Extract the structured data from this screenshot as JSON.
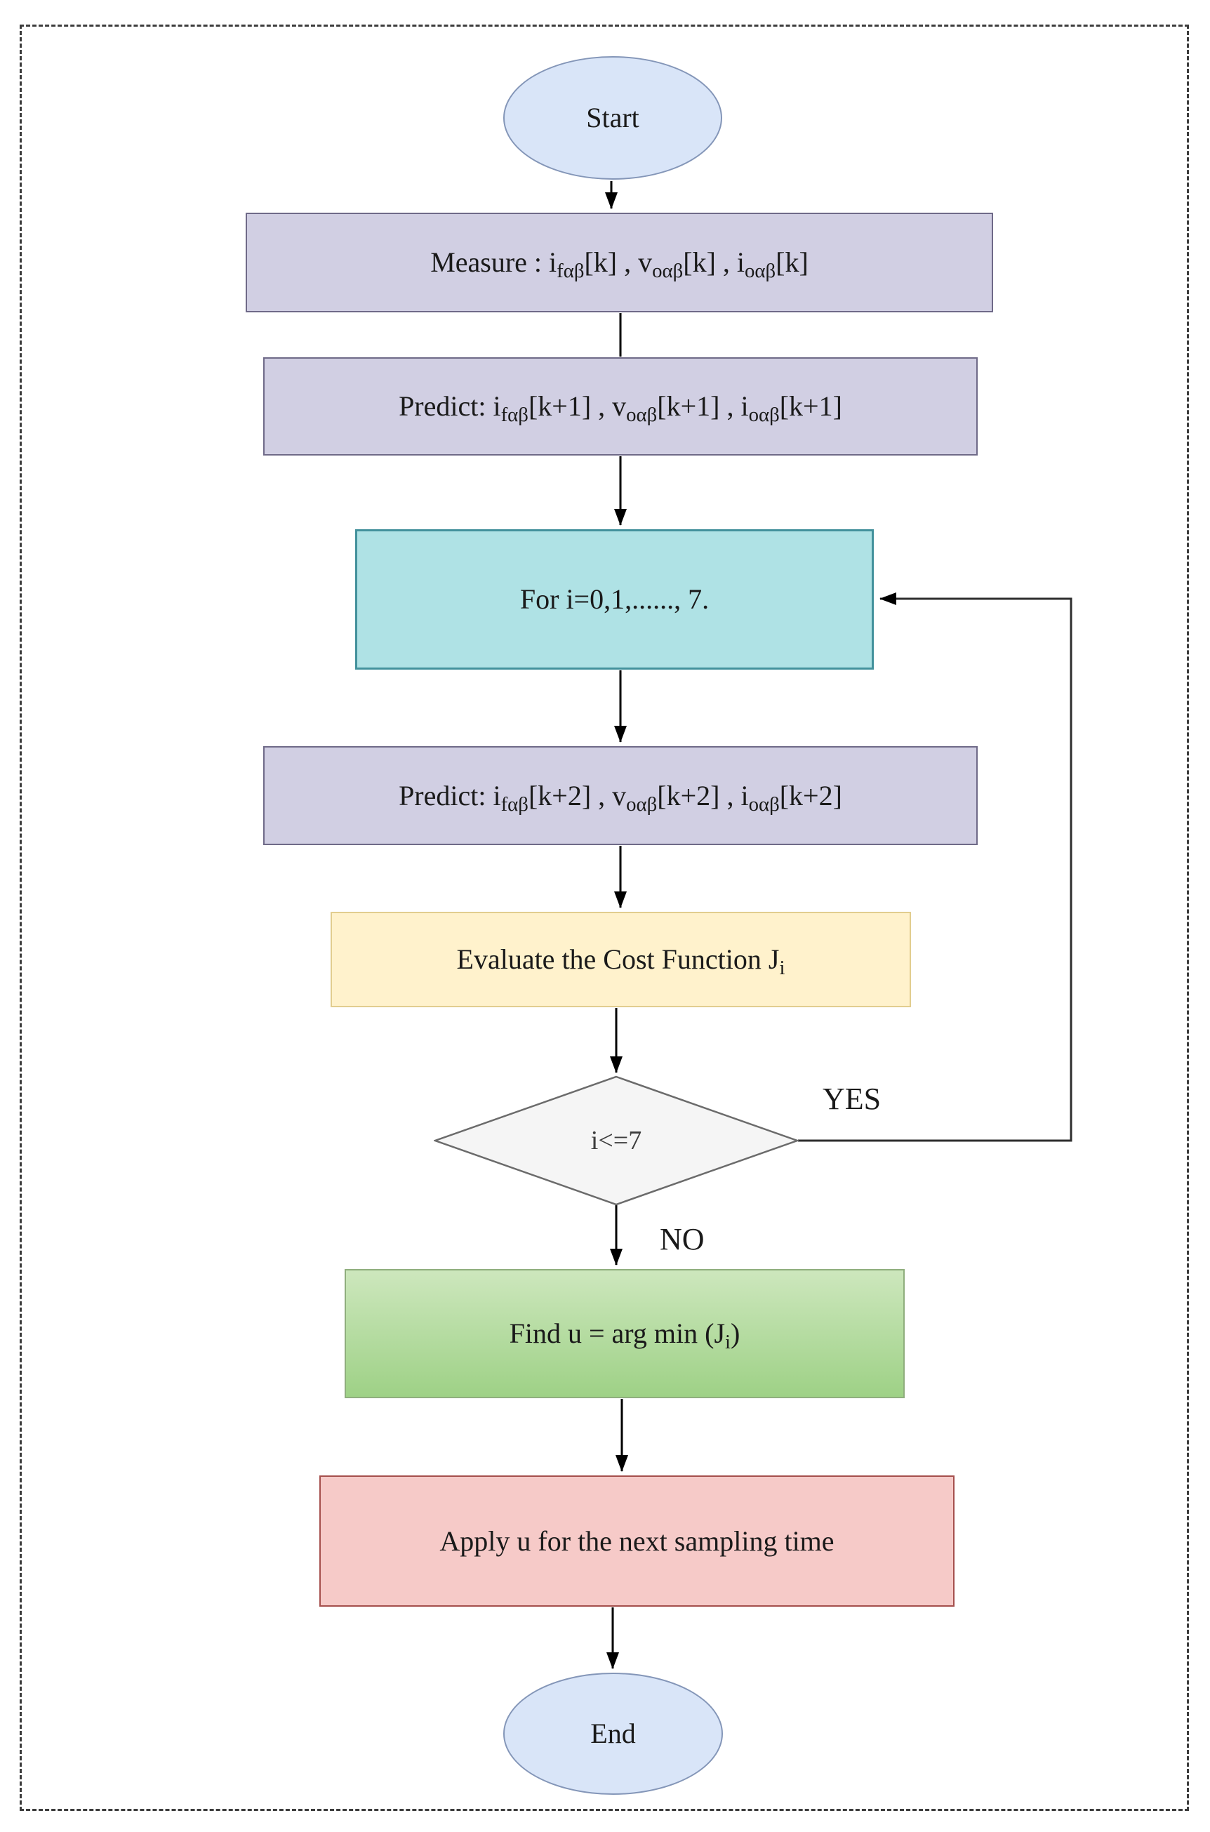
{
  "diagram": {
    "kind": "flowchart",
    "line_color": "#000000",
    "frame_border_color": "#3c3c3c"
  },
  "nodes": {
    "start": {
      "label": "Start",
      "shape": "ellipse",
      "fill": "#d9e5f8",
      "border": "#8496b8"
    },
    "measure": {
      "shape": "process",
      "fill": "#d1cfe3",
      "border": "#6f6a88",
      "rich": [
        {
          "t": "Measure : i"
        },
        {
          "t": "fαβ",
          "sub": true
        },
        {
          "t": "[k] , v"
        },
        {
          "t": "oαβ",
          "sub": true
        },
        {
          "t": "[k] , i"
        },
        {
          "t": "oαβ",
          "sub": true
        },
        {
          "t": "[k]"
        }
      ]
    },
    "predict_k1": {
      "shape": "process",
      "fill": "#d1cfe3",
      "border": "#6f6a88",
      "rich": [
        {
          "t": "Predict: i"
        },
        {
          "t": "fαβ",
          "sub": true
        },
        {
          "t": "[k+1] , v"
        },
        {
          "t": "oαβ",
          "sub": true
        },
        {
          "t": "[k+1] , i"
        },
        {
          "t": "oαβ",
          "sub": true
        },
        {
          "t": "[k+1]"
        }
      ]
    },
    "for_loop": {
      "label": "For i=0,1,......, 7.",
      "shape": "process",
      "fill": "#afe2e5",
      "border": "#43919c"
    },
    "predict_k2": {
      "shape": "process",
      "fill": "#d1cfe3",
      "border": "#6f6a88",
      "rich": [
        {
          "t": "Predict: i"
        },
        {
          "t": "fαβ",
          "sub": true
        },
        {
          "t": "[k+2] , v"
        },
        {
          "t": "oαβ",
          "sub": true
        },
        {
          "t": "[k+2] , i"
        },
        {
          "t": "oαβ",
          "sub": true
        },
        {
          "t": "[k+2]"
        }
      ]
    },
    "evaluate": {
      "shape": "process",
      "fill": "#fff2cc",
      "border": "#e2cd8f",
      "rich": [
        {
          "t": "Evaluate the Cost Function J"
        },
        {
          "t": "i",
          "sub": true
        }
      ]
    },
    "decision": {
      "label": "i<=7",
      "shape": "diamond",
      "fill": "#f5f5f5",
      "border": "#6b6b6b"
    },
    "find_u": {
      "shape": "process",
      "fill_top": "#cde7bd",
      "fill_bottom": "#9ed186",
      "border": "#8fae7d",
      "rich": [
        {
          "t": "Find u = arg min (J"
        },
        {
          "t": "i",
          "sub": true
        },
        {
          "t": ")"
        }
      ]
    },
    "apply_u": {
      "label": "Apply u for the next sampling time",
      "shape": "process",
      "fill": "#f6cac8",
      "border": "#a54f4c"
    },
    "end": {
      "label": "End",
      "shape": "ellipse",
      "fill": "#d9e5f8",
      "border": "#8496b8"
    }
  },
  "edge_labels": {
    "yes": "YES",
    "no": "NO"
  }
}
